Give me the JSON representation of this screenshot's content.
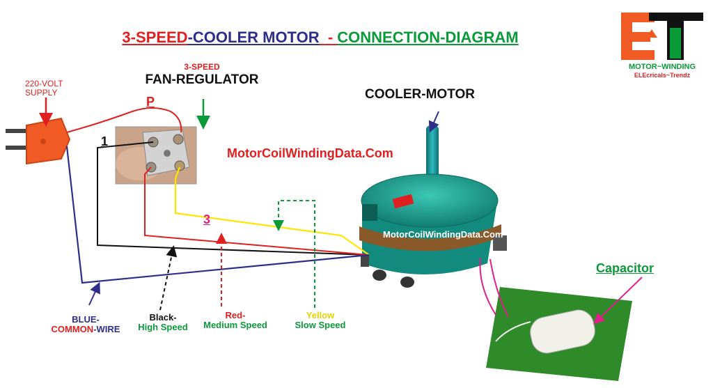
{
  "title": {
    "part1": "3-SPEED",
    "part2": "-COOLER MOTOR",
    "part3": "  - ",
    "part4": "CONNECTION-DIAGRAM"
  },
  "logo": {
    "line1": "MOTOR~WINDING",
    "line2": "ELEcricals~Trendz"
  },
  "supply": {
    "line1": "220-VOLT",
    "line2": "SUPPLY"
  },
  "regulator": {
    "speed": "3-SPEED",
    "name": "FAN-REGULATOR"
  },
  "motor": {
    "name": "COOLER-MOTOR",
    "label_on_motor": "MotorCoilWindingData.Com"
  },
  "watermark": "MotorCoilWindingData.Com",
  "capacitor": "Capacitor",
  "terminals": {
    "p": "P",
    "one": "1",
    "three": "3"
  },
  "wires": {
    "blue": {
      "line1": "BLUE-",
      "line2a": "COMMON",
      "line2b": "-WIRE"
    },
    "black": {
      "line1": "Black-",
      "line2": "High Speed"
    },
    "red": {
      "line1": "Red-",
      "line2": "Medium Speed"
    },
    "yellow": {
      "line1": "Yellow",
      "line2": "Slow Speed"
    }
  },
  "colors": {
    "red": "#e02020",
    "blue": "#2e2e8a",
    "green": "#0a9a3a",
    "yellow": "#ffe600",
    "black": "#111111",
    "magenta": "#e0208a",
    "orange": "#f05a24",
    "teal": "#1aa99a"
  }
}
